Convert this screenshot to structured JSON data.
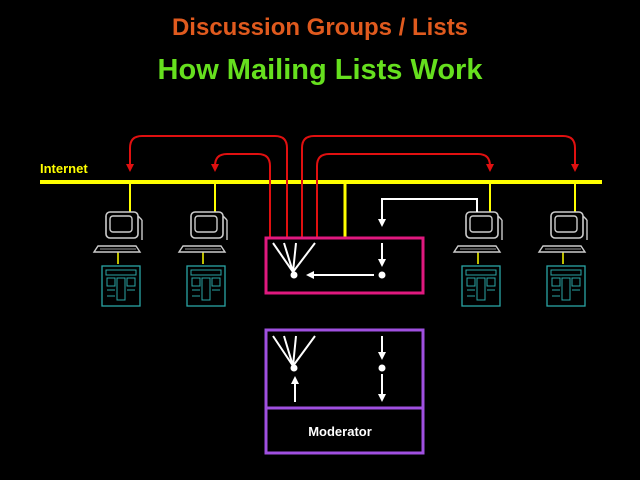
{
  "slide": {
    "title": "Discussion Groups / Lists",
    "subtitle": "How Mailing Lists Work"
  },
  "diagram": {
    "internet_label": "Internet",
    "moderator_label": "Moderator",
    "colors": {
      "title": "#e05a1e",
      "subtitle": "#66e01e",
      "internet_line": "#ffff00",
      "delivery_arrows": "#e01010",
      "list_server_box": "#e0197f",
      "moderator_box": "#a050e0",
      "flow_arrows": "#ffffff",
      "computer": "#cccccc",
      "cpu_unit": "#2aa5a5"
    }
  }
}
